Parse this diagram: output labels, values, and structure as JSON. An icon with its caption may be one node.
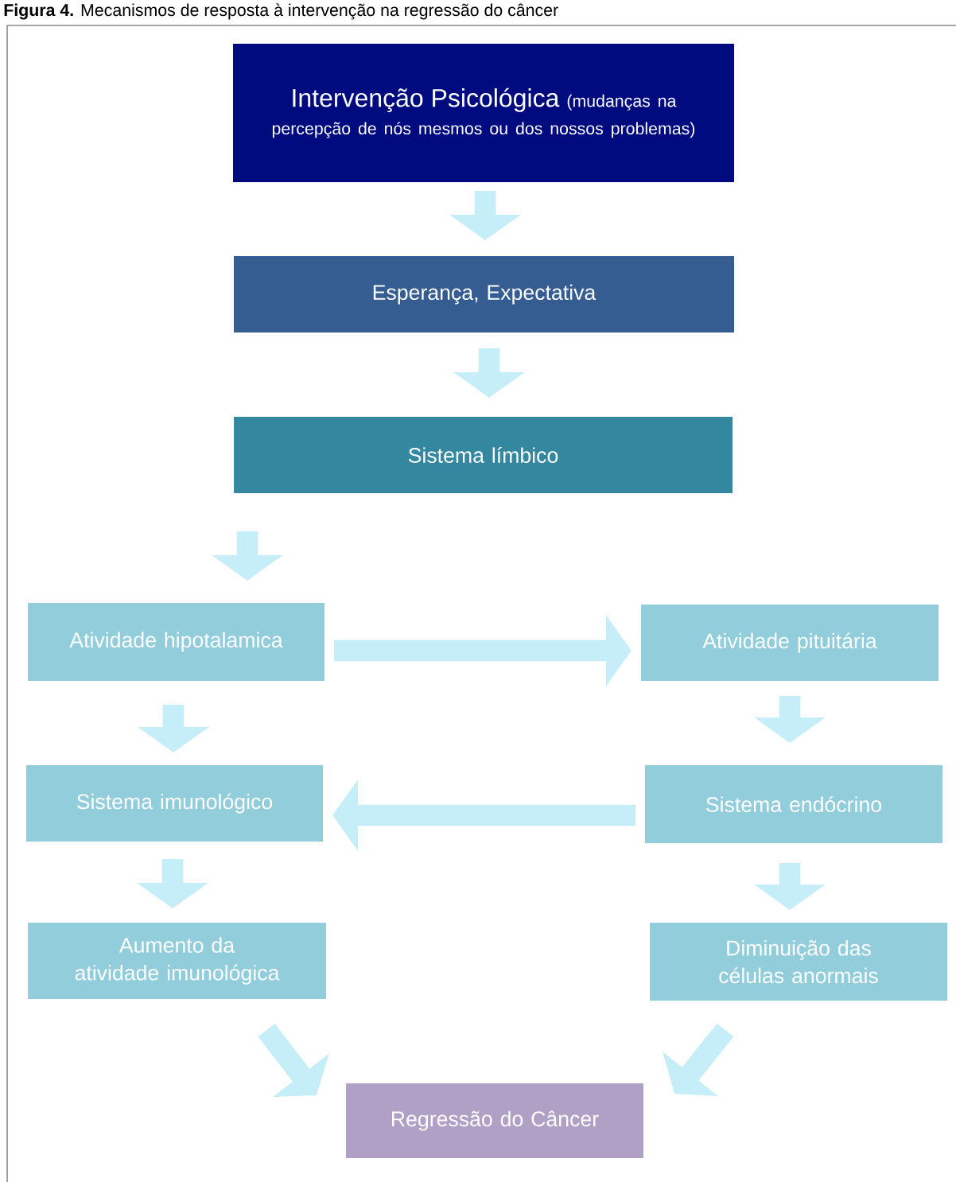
{
  "diagram": {
    "title": "**Figura 4.** Mecanismos de resposta à intervenção na regressão do câncer",
    "nodes": [
      {
        "text": [
          "Intervenção Psicológica",
          "(mudanças na percepção de nós mesmos ou dos nossos problemas)"
        ]
      },
      {
        "text": [
          "Esperança, Expectativa"
        ]
      },
      {
        "text": [
          "Sistema límbico"
        ]
      },
      {
        "text": [
          "Atividade hipotalamica"
        ]
      },
      {
        "text": [
          "Atividade pituitária"
        ]
      },
      {
        "text": [
          "Sistema imunológico"
        ]
      },
      {
        "text": [
          "Sistema endócrino"
        ]
      },
      {
        "text": [
          "Aumento da atividade imunológica"
        ]
      },
      {
        "text": [
          "Diminuição das células anormais"
        ]
      },
      {
        "text": [
          "Regressão do Câncer"
        ]
      }
    ],
    "edges": [
      {
        "from": 0,
        "to": 1,
        "arrow": "to"
      },
      {
        "from": 1,
        "to": 2,
        "arrow": "to"
      },
      {
        "from": 2,
        "to": 3,
        "arrow": "to"
      },
      {
        "from": 3,
        "to": 4,
        "arrow": "to"
      },
      {
        "from": 3,
        "to": 5,
        "arrow": "to"
      },
      {
        "from": 4,
        "to": 6,
        "arrow": "to"
      },
      {
        "from": 6,
        "to": 5,
        "arrow": "to"
      },
      {
        "from": 5,
        "to": 7,
        "arrow": "to"
      },
      {
        "from": 6,
        "to": 8,
        "arrow": "to"
      },
      {
        "from": 7,
        "to": 9,
        "arrow": "to"
      },
      {
        "from": 8,
        "to": 9,
        "arrow": "to"
      }
    ]
  }
}
